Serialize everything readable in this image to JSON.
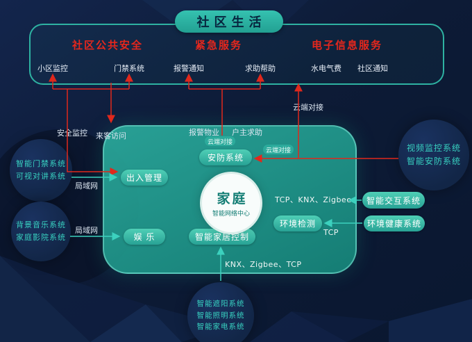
{
  "title": "社区生活",
  "colors": {
    "background": "#0d1b36",
    "accent_teal": "#2eb2a2",
    "accent_red": "#e0281c",
    "node_text_teal": "#38d0c0",
    "home_box_fill": "#1f9188"
  },
  "community": {
    "sections": [
      {
        "heading": "社区公共安全",
        "items": [
          "小区监控",
          "门禁系统"
        ]
      },
      {
        "heading": "紧急服务",
        "items": [
          "报警通知",
          "求助帮助"
        ]
      },
      {
        "heading": "电子信息服务",
        "items": [
          "水电气费",
          "社区通知"
        ]
      }
    ]
  },
  "home": {
    "center_title": "家庭",
    "center_subtitle": "智能网络中心",
    "pills": {
      "security": "安防系统",
      "access": "出入管理",
      "entertainment": "娱 乐",
      "control": "智能家居控制",
      "environment": "环境检测"
    },
    "protocols": {
      "right": "TCP、KNX、Zigbee",
      "tcp": "TCP",
      "bottom": "KNX、Zigbee、TCP"
    }
  },
  "edge_labels": {
    "security_monitoring": "安全监控",
    "visitor_access": "来客访问",
    "alarm_property": "报警物业",
    "owner_help": "户主求助",
    "cloud_link": "云端对接",
    "lan": "局域网"
  },
  "external_nodes": {
    "door_circle": [
      "智能门禁系统",
      "可视对讲系统"
    ],
    "music_circle": [
      "背景音乐系统",
      "家庭影院系统"
    ],
    "video_circle": [
      "视频监控系统",
      "智能安防系统"
    ],
    "interaction_pill": "智能交互系统",
    "health_pill": "环境健康系统",
    "bottom_circle": [
      "智能遮阳系统",
      "智能照明系统",
      "智能家电系统"
    ]
  }
}
